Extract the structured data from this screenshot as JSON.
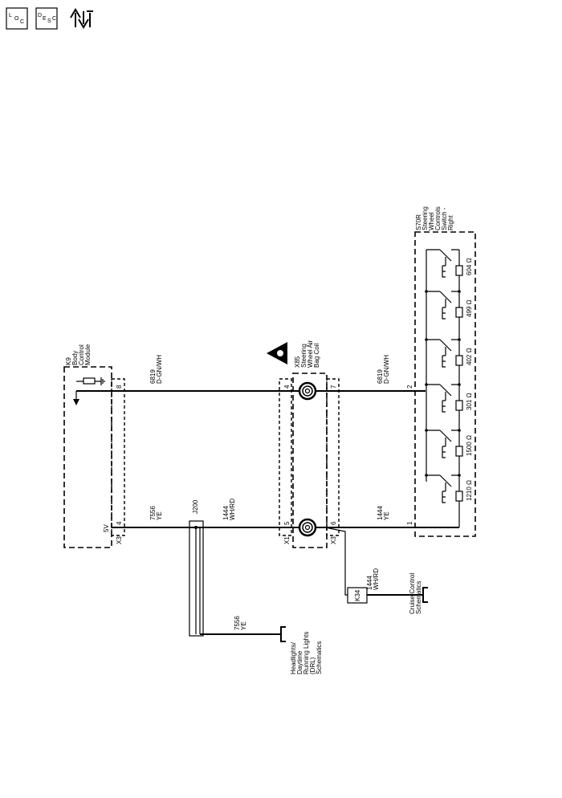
{
  "toolbar": {
    "loc_icon": {
      "letters": [
        "L",
        "O",
        "C"
      ]
    },
    "desc_icon": {
      "letters": [
        "D",
        "E",
        "S",
        "C"
      ]
    },
    "diag_icon": "arrows-wrench-icon"
  },
  "k9": {
    "lines": [
      "K9",
      "Body",
      "Control",
      "Module"
    ],
    "connector": "X3",
    "pin_8": "8",
    "pin_4": "4",
    "voltage": "5V"
  },
  "wires": {
    "w6819_left": [
      "6819",
      "D-GN/WH"
    ],
    "w7556_left": [
      "7556",
      "YE"
    ],
    "w1444_mid": [
      "1444",
      "WH/RD"
    ],
    "w7556_drl": [
      "7556",
      "YE"
    ],
    "w6819_right": [
      "6819",
      "D-GN/WH"
    ],
    "w1444_right": [
      "1444",
      "YE"
    ],
    "w1444_cruise": [
      "1444",
      "WH/RD"
    ]
  },
  "j200": {
    "label": "J200"
  },
  "drl": {
    "lines": [
      "Headlights/",
      "Daytime",
      "Running Lights",
      "(DRL)",
      "Schematics"
    ]
  },
  "x85": {
    "lines": [
      "X85",
      "Steering",
      "Wheel Air",
      "Bag Coil"
    ],
    "x1": "X1",
    "x3": "X3",
    "pin_4": "4",
    "pin_5": "5",
    "pin_7": "7",
    "pin_6": "6"
  },
  "k34": {
    "label": "K34"
  },
  "cruise": {
    "lines": [
      "Cruise Control",
      "Schematics"
    ]
  },
  "s70r": {
    "lines": [
      "S70R",
      "Steering",
      "Wheel",
      "Controls",
      "Switch -",
      "Right"
    ],
    "pin_2": "2",
    "pin_1": "1",
    "resistors": [
      "604 Ω",
      "499 Ω",
      "402 Ω",
      "301 Ω",
      "1500 Ω",
      "1210 Ω"
    ]
  }
}
